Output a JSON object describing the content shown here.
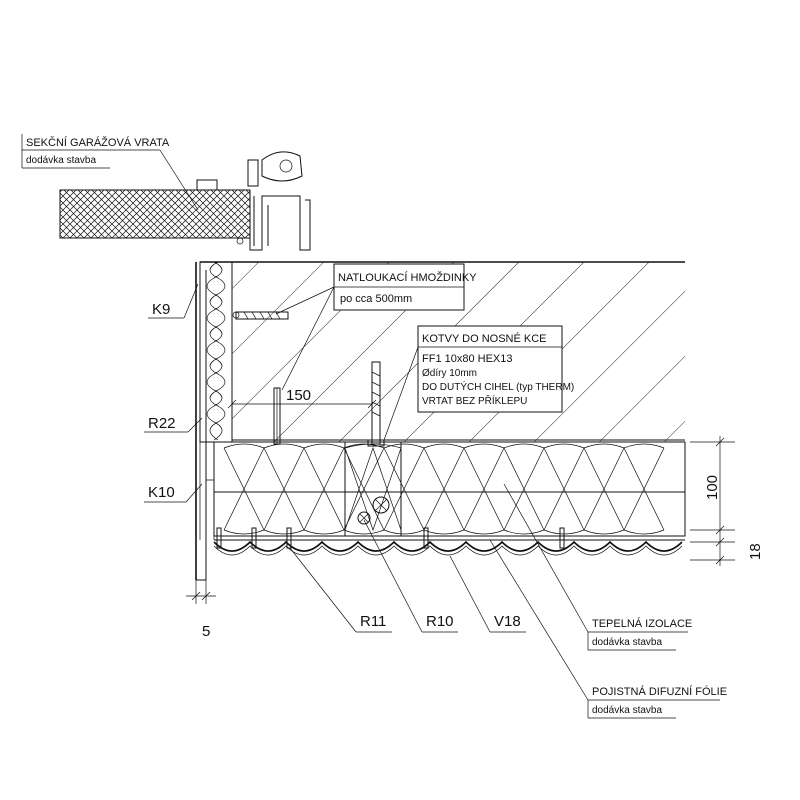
{
  "labels": {
    "garage_door_title": "SEKČNÍ GARÁŽOVÁ VRATA",
    "garage_door_sub": "dodávka stavba",
    "anchors_title": "NATLOUKACÍ HMOŽDINKY",
    "anchors_sub": "po cca 500mm",
    "kotvy_title": "KOTVY DO NOSNÉ KCE",
    "kotvy_line1": "FF1 10x80 HEX13",
    "kotvy_line2": "Ødíry 10mm",
    "kotvy_line3": "DO DUTÝCH CIHEL (typ THERM)",
    "kotvy_line4": "VRTAT BEZ PŘÍKLEPU",
    "insulation_title": "TEPELNÁ IZOLACE",
    "insulation_sub": "dodávka stavba",
    "foil_title": "POJISTNÁ DIFUZNÍ FÓLIE",
    "foil_sub": "dodávka stavba"
  },
  "tags": {
    "k9": "K9",
    "r22": "R22",
    "k10": "K10",
    "r11": "R11",
    "r10": "R10",
    "v18": "V18"
  },
  "dimensions": {
    "d150": "150",
    "d100": "100",
    "d18": "18",
    "d5": "5"
  }
}
